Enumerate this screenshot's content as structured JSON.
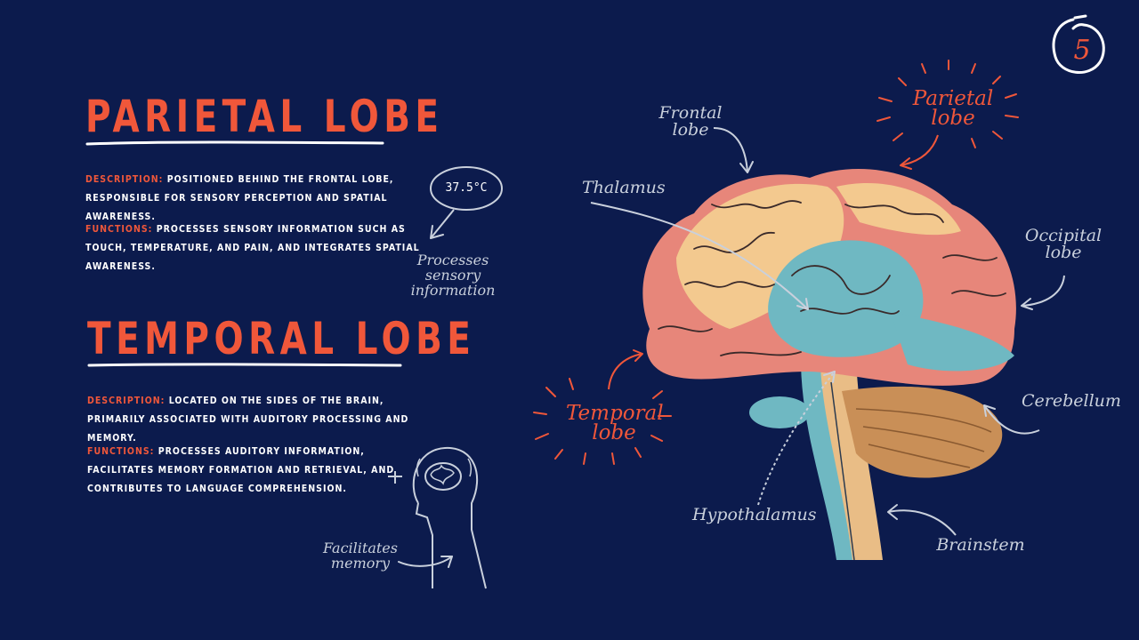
{
  "page_number": "5",
  "parietal": {
    "title": "PARIETAL LOBE",
    "description_label": "DESCRIPTION:",
    "description": "POSITIONED BEHIND THE FRONTAL LOBE, RESPONSIBLE FOR SENSORY PERCEPTION AND SPATIAL AWARENESS.",
    "functions_label": "FUNCTIONS:",
    "functions": "PROCESSES SENSORY INFORMATION SUCH AS TOUCH, TEMPERATURE, AND PAIN, AND INTEGRATES SPATIAL AWARENESS."
  },
  "temporal": {
    "title": "TEMPORAL LOBE",
    "description_label": "DESCRIPTION:",
    "description": "LOCATED ON THE SIDES OF THE BRAIN, PRIMARILY ASSOCIATED WITH AUDITORY PROCESSING AND MEMORY.",
    "functions_label": "FUNCTIONS:",
    "functions": "PROCESSES AUDITORY INFORMATION, FACILITATES MEMORY FORMATION AND RETRIEVAL, AND CONTRIBUTES TO LANGUAGE COMPREHENSION."
  },
  "doodles": {
    "thermometer_reading": "37.5°C",
    "sensory_note": "Processes sensory information",
    "memory_note": "Facilitates memory"
  },
  "brain_labels": {
    "frontal": "Frontal lobe",
    "parietal": "Parietal lobe",
    "thalamus": "Thalamus",
    "occipital": "Occipital lobe",
    "temporal": "Temporal lobe",
    "cerebellum": "Cerebellum",
    "hypothalamus": "Hypothalamus",
    "brainstem": "Brainstem"
  },
  "colors": {
    "background": "#0c1b4d",
    "accent": "#f0573a",
    "text": "#ffffff",
    "annotation": "#c9d0dc"
  }
}
